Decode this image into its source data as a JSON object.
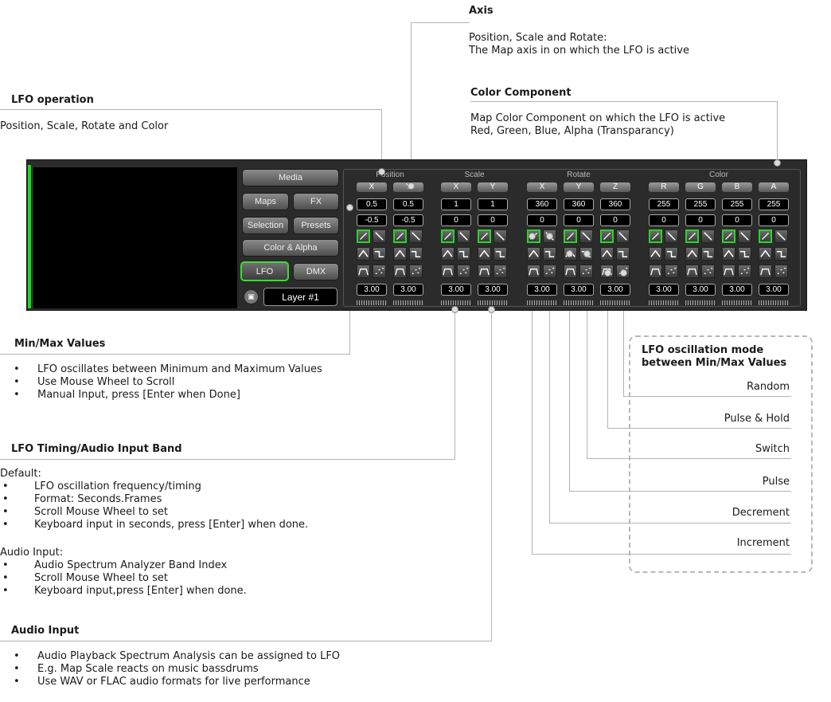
{
  "annotations": {
    "axis": {
      "heading": "Axis",
      "line1": "Position, Scale and Rotate:",
      "line2": "The Map axis in on which the LFO is active"
    },
    "color_component": {
      "heading": "Color Component",
      "line1": "Map Color Component on which the LFO is active",
      "line2": "Red, Green, Blue, Alpha (Transparancy)"
    },
    "lfo_operation": {
      "heading": "LFO operation",
      "line1": "Position, Scale, Rotate and Color"
    },
    "minmax": {
      "heading": "Min/Max Values",
      "items": [
        "LFO oscillates between Minimum and Maximum Values",
        "Use Mouse Wheel to Scroll",
        "Manual Input, press [Enter when Done]"
      ]
    },
    "timing": {
      "heading": "LFO Timing/Audio Input Band",
      "default_label": "Default:",
      "default_items": [
        "LFO oscillation frequency/timing",
        "Format: Seconds.Frames",
        "Scroll Mouse Wheel to set",
        "Keyboard input in seconds, press [Enter] when done."
      ],
      "audio_label": "Audio Input:",
      "audio_items": [
        "Audio Spectrum Analyzer Band Index",
        "Scroll Mouse Wheel to set",
        "Keyboard input,press [Enter] when done."
      ]
    },
    "audio_input": {
      "heading": "Audio Input",
      "items": [
        "Audio Playback Spectrum Analysis can be assigned to LFO",
        "E.g. Map Scale reacts on music bassdrums",
        "Use WAV or FLAC audio formats for live performance"
      ]
    },
    "modes": {
      "heading1": "LFO oscillation mode",
      "heading2": "between Min/Max Values",
      "labels": [
        "Random",
        "Pulse & Hold",
        "Switch",
        "Pulse",
        "Decrement",
        "Increment"
      ]
    }
  },
  "panel": {
    "nav": {
      "media": "Media",
      "maps": "Maps",
      "fx": "FX",
      "selection": "Selection",
      "presets": "Presets",
      "color_alpha": "Color & Alpha",
      "lfo": "LFO",
      "dmx": "DMX"
    },
    "layer": "Layer #1",
    "groups": [
      {
        "title": "Position",
        "cols": [
          {
            "axis": "X",
            "max": "0.5",
            "min": "-0.5",
            "time": "3.00"
          },
          {
            "axis": "Y",
            "max": "0.5",
            "min": "-0.5",
            "time": "3.00"
          }
        ]
      },
      {
        "title": "Scale",
        "cols": [
          {
            "axis": "X",
            "max": "1",
            "min": "0",
            "time": "3.00"
          },
          {
            "axis": "Y",
            "max": "1",
            "min": "0",
            "time": "3.00"
          }
        ]
      },
      {
        "title": "Rotate",
        "cols": [
          {
            "axis": "X",
            "max": "360",
            "min": "0",
            "time": "3.00"
          },
          {
            "axis": "Y",
            "max": "360",
            "min": "0",
            "time": "3.00"
          },
          {
            "axis": "Z",
            "max": "360",
            "min": "0",
            "time": "3.00"
          }
        ]
      },
      {
        "title": "Color",
        "cols": [
          {
            "axis": "R",
            "max": "255",
            "min": "0",
            "time": "3.00"
          },
          {
            "axis": "G",
            "max": "255",
            "min": "0",
            "time": "3.00"
          },
          {
            "axis": "B",
            "max": "255",
            "min": "0",
            "time": "3.00"
          },
          {
            "axis": "A",
            "max": "255",
            "min": "0",
            "time": "3.00"
          }
        ]
      }
    ],
    "mode_icons": [
      "increment-icon",
      "decrement-icon",
      "pulse-icon",
      "switch-icon",
      "pulse-hold-icon",
      "random-icon"
    ],
    "accent": "#2ad42a"
  }
}
